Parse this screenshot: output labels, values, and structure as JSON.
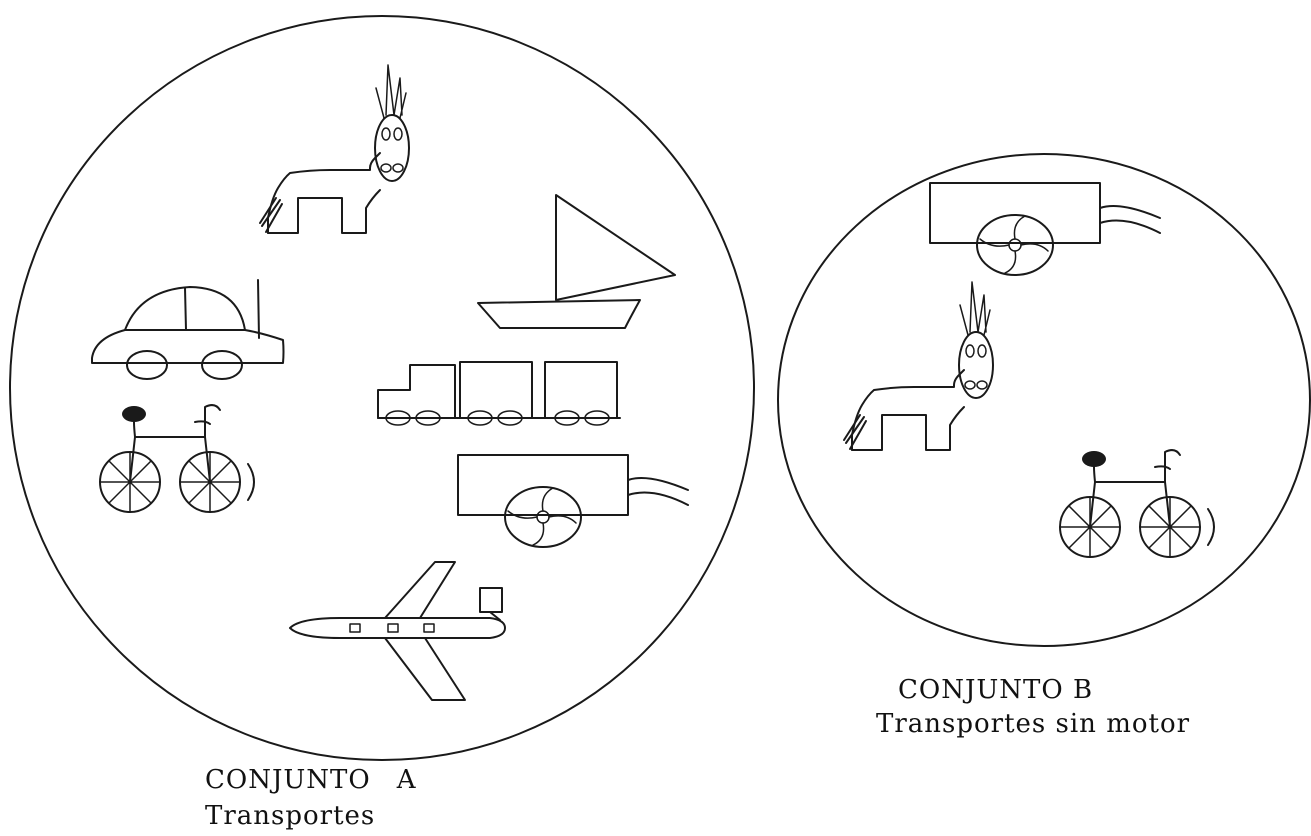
{
  "set_a": {
    "name": "CONJUNTO A",
    "title_part1": "CONJUNTO",
    "title_part2": "A",
    "description": "Transportes",
    "members": [
      "donkey-icon",
      "sailboat-icon",
      "car-icon",
      "train-icon",
      "bicycle-icon",
      "cart-icon",
      "airplane-icon"
    ]
  },
  "set_b": {
    "name": "CONJUNTO B",
    "description": "Transportes sin motor",
    "members": [
      "cart-icon",
      "donkey-icon",
      "bicycle-icon"
    ]
  },
  "colors": {
    "line": "#1a1a1a",
    "background": "#ffffff"
  }
}
